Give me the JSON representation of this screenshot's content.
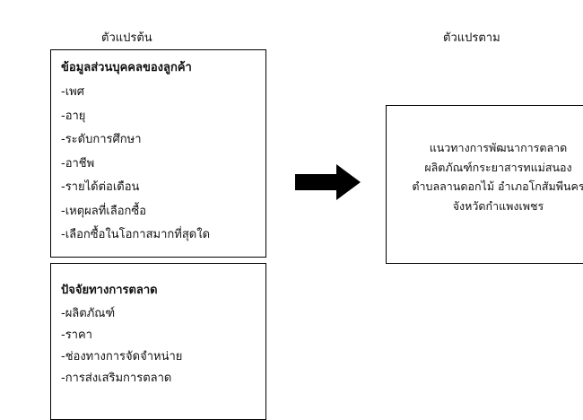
{
  "headings": {
    "independent": "ตัวแปรต้น",
    "dependent": "ตัวแปรตาม"
  },
  "personal_box": {
    "title": "ข้อมูลส่วนบุคคลของลูกค้า",
    "items": [
      "-เพศ",
      "-อายุ",
      "-ระดับการศึกษา",
      "-อาชีพ",
      "-รายได้ต่อเดือน",
      "-เหตุผลที่เลือกซื้อ",
      "-เลือกซื้อในโอกาสมากที่สุดใด"
    ]
  },
  "marketing_box": {
    "title": "ปัจจัยทางการตลาด",
    "items": [
      "-ผลิตภัณฑ์",
      "-ราคา",
      "-ช่องทางการจัดจำหน่าย",
      "-การส่งเสริมการตลาด"
    ]
  },
  "result_box": {
    "lines": [
      "แนวทางการพัฒนาการตลาด",
      "ผลิตภัณฑ์กระยาสารทแม่สนอง",
      "ตำบลลานดอกไม้ อำเภอโกสัมพีนคร",
      "จังหวัดกำแพงเพชร"
    ]
  },
  "arrow": {
    "icon": "right-arrow-icon",
    "color": "#000000"
  }
}
